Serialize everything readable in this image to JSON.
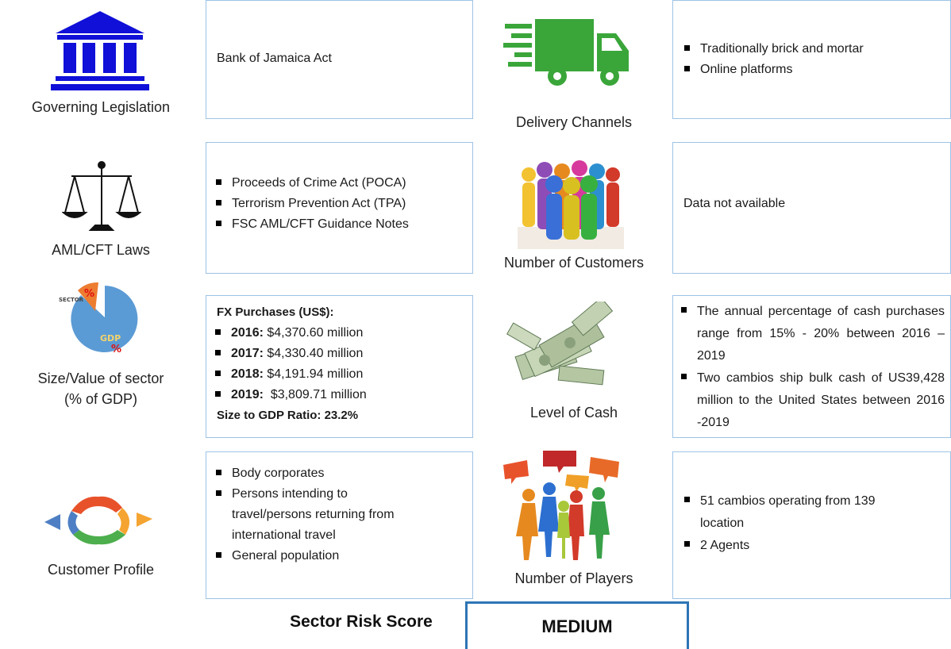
{
  "governing": {
    "label": "Governing Legislation",
    "text": "Bank of Jamaica Act",
    "icon": "bank-building-icon"
  },
  "aml": {
    "label": "AML/CFT Laws",
    "items": [
      "Proceeds of Crime Act (POCA)",
      "Terrorism Prevention Act (TPA)",
      "FSC AML/CFT Guidance Notes"
    ],
    "icon": "scales-of-justice-icon"
  },
  "size": {
    "label_line1": "Size/Value of sector",
    "label_line2": "(% of GDP)",
    "icon": "pie-chart-icon",
    "icon_sector_text": "SECTOR",
    "icon_gdp_text": "GDP",
    "icon_pct": "%",
    "heading": "FX Purchases (US$):",
    "rows": [
      {
        "year": "2016:",
        "value": "$4,370.60 million"
      },
      {
        "year": "2017:",
        "value": "$4,330.40 million"
      },
      {
        "year": "2018:",
        "value": "$4,191.94 million"
      },
      {
        "year": "2019:",
        "value": "$3,809.71 million"
      }
    ],
    "ratio": "Size to GDP Ratio: 23.2%"
  },
  "profile": {
    "label": "Customer Profile",
    "icon": "cycle-arrows-icon",
    "items": [
      "Body corporates",
      "Persons intending to travel/persons returning from international travel",
      "General population"
    ]
  },
  "delivery": {
    "label": "Delivery Channels",
    "icon": "delivery-truck-icon",
    "items": [
      "Traditionally brick and mortar",
      "Online platforms"
    ]
  },
  "customers": {
    "label": "Number of Customers",
    "icon": "people-crowd-icon",
    "text": "Data not available"
  },
  "cash": {
    "label": "Level of Cash",
    "icon": "cash-money-icon",
    "items": [
      "The annual percentage of cash purchases range from 15% - 20% between 2016 – 2019",
      "Two cambios ship bulk cash of US39,428 million to the United States between 2016 -2019"
    ]
  },
  "players": {
    "label": "Number of Players",
    "icon": "people-talking-icon",
    "items": [
      "51 cambios operating from  139 location",
      "2 Agents"
    ]
  },
  "risk": {
    "label": "Sector Risk Score",
    "value": "MEDIUM"
  },
  "colors": {
    "bank_blue": "#1010d8",
    "box_border": "#9dc3e6",
    "truck_green": "#3aa63a",
    "risk_border": "#2e75b6",
    "pie_blue": "#5b9bd5",
    "pie_orange": "#ed7d31"
  }
}
